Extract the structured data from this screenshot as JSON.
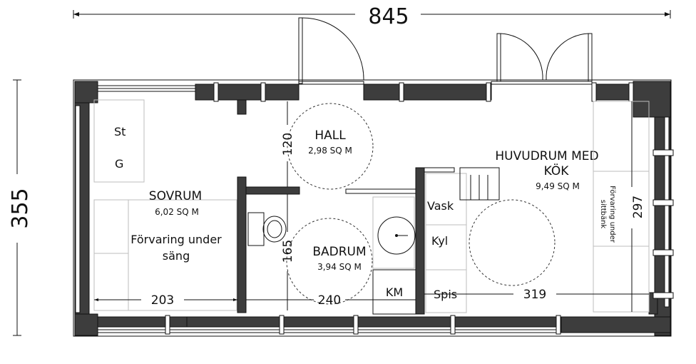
{
  "dimensions": {
    "overall_width": "845",
    "overall_depth": "355",
    "hall_depth": "120",
    "bath_depth": "165",
    "main_room_depth": "297",
    "bedroom_width": "203",
    "bath_width": "240",
    "kitchen_width": "319"
  },
  "rooms": {
    "bedroom": {
      "name": "SOVRUM",
      "area": "6,02 SQ M",
      "storage_line1": "Förvaring under",
      "storage_line2": "säng"
    },
    "hall": {
      "name": "HALL",
      "area": "2,98 SQ M"
    },
    "bathroom": {
      "name": "BADRUM",
      "area": "3,94 SQ M"
    },
    "main_room": {
      "name_line1": "HUVUDRUM MED",
      "name_line2": "KÖK",
      "area": "9,49 SQ M"
    }
  },
  "fixtures": {
    "stove_top": "St",
    "g_unit": "G",
    "sink": "Vask",
    "fridge": "Kyl",
    "range": "Spis",
    "washer": "KM",
    "bench_storage_line1": "Förvaring under",
    "bench_storage_line2": "sittbänk"
  }
}
